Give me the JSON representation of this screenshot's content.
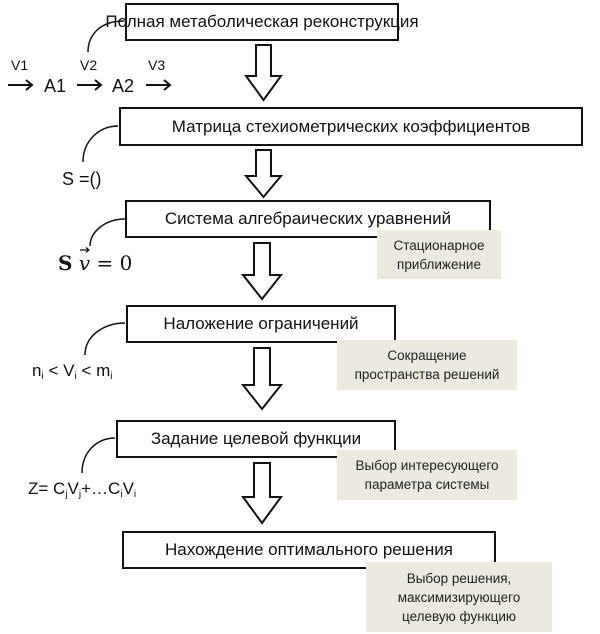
{
  "steps": [
    {
      "label": "Полная метаболическая реконструкция"
    },
    {
      "label": "Матрица стехиометрических коэффициентов"
    },
    {
      "label": "Система алгебраических уравнений"
    },
    {
      "label": "Наложение ограничений"
    },
    {
      "label": "Задание целевой функции"
    },
    {
      "label": "Нахождение оптимального решения"
    }
  ],
  "notes": [
    {
      "lines": [
        "Стационарное",
        "приближение"
      ]
    },
    {
      "lines": [
        "Сокращение",
        "пространства решений"
      ]
    },
    {
      "lines": [
        "Выбор интересующего",
        "параметра системы"
      ]
    },
    {
      "lines": [
        "Выбор решения,",
        "максимизирующего",
        "целевую функцию"
      ]
    }
  ],
  "pathway": {
    "fluxes": [
      "V1",
      "V2",
      "V3"
    ],
    "metabolites": [
      "A1",
      "A2"
    ]
  },
  "annotations": {
    "matrix": "S =()",
    "steady_state": {
      "S": "S",
      "v": "v",
      "eq": "= 0"
    },
    "constraint": {
      "n": "n",
      "sub_i": "i",
      "lt": "<",
      "V": "V",
      "m": "m"
    },
    "objective": {
      "prefix": "Z= C",
      "j": "j",
      "V": "V",
      "plus": "+…C",
      "i": "i"
    }
  },
  "colors": {
    "note_bg": "#ECEADF",
    "stroke": "#111111"
  }
}
